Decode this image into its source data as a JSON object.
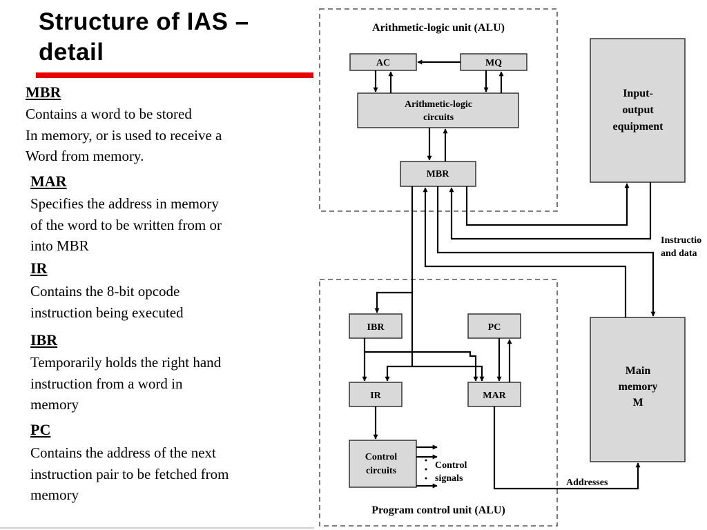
{
  "slide": {
    "title_line1": "Structure of IAS –",
    "title_line2": "detail"
  },
  "definitions": [
    {
      "term": "MBR",
      "lines": [
        "Contains a word to be stored",
        "In memory, or is used to receive a",
        "Word from memory."
      ]
    },
    {
      "term": "MAR",
      "lines": [
        "Specifies the address in memory",
        "of the word to be written from or",
        "into MBR"
      ]
    },
    {
      "term": "IR",
      "lines": [
        "Contains the 8-bit opcode",
        "instruction being executed"
      ]
    },
    {
      "term": "IBR",
      "lines": [
        "Temporarily holds the right hand",
        "instruction from a word in",
        "memory"
      ]
    },
    {
      "term": "PC",
      "lines": [
        "Contains the address of the next",
        "instruction pair to be fetched from",
        "memory"
      ]
    }
  ],
  "diagram": {
    "alu_region_label": "Arithmetic-logic unit (ALU)",
    "pcu_region_label": "Program control unit (ALU)",
    "ac": "AC",
    "mq": "MQ",
    "alc_line1": "Arithmetic-logic",
    "alc_line2": "circuits",
    "mbr": "MBR",
    "io_line1": "Input-",
    "io_line2": "output",
    "io_line3": "equipment",
    "instr_data_line1": "Instructio",
    "instr_data_line2": "and data",
    "ibr": "IBR",
    "pc": "PC",
    "ir": "IR",
    "mar": "MAR",
    "mem_line1": "Main",
    "mem_line2": "memory",
    "mem_line3": "M",
    "cc_line1": "Control",
    "cc_line2": "circuits",
    "ctrl_signals_line1": "Control",
    "ctrl_signals_line2": "signals",
    "addresses": "Addresses"
  }
}
